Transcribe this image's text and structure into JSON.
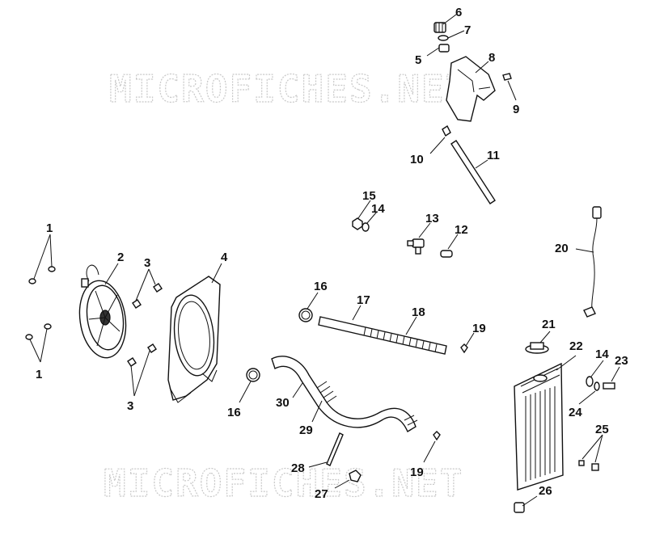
{
  "watermark": {
    "top": "MICROFICHES.NET",
    "bottom": "MICROFICHES.NET"
  },
  "callouts": [
    {
      "id": "c1a",
      "label": "1"
    },
    {
      "id": "c1b",
      "label": "1"
    },
    {
      "id": "c2",
      "label": "2"
    },
    {
      "id": "c3a",
      "label": "3"
    },
    {
      "id": "c3b",
      "label": "3"
    },
    {
      "id": "c4",
      "label": "4"
    },
    {
      "id": "c5",
      "label": "5"
    },
    {
      "id": "c6",
      "label": "6"
    },
    {
      "id": "c7",
      "label": "7"
    },
    {
      "id": "c8",
      "label": "8"
    },
    {
      "id": "c9",
      "label": "9"
    },
    {
      "id": "c10",
      "label": "10"
    },
    {
      "id": "c11",
      "label": "11"
    },
    {
      "id": "c12",
      "label": "12"
    },
    {
      "id": "c13",
      "label": "13"
    },
    {
      "id": "c14a",
      "label": "14"
    },
    {
      "id": "c14b",
      "label": "14"
    },
    {
      "id": "c15",
      "label": "15"
    },
    {
      "id": "c16a",
      "label": "16"
    },
    {
      "id": "c16b",
      "label": "16"
    },
    {
      "id": "c17",
      "label": "17"
    },
    {
      "id": "c18",
      "label": "18"
    },
    {
      "id": "c19a",
      "label": "19"
    },
    {
      "id": "c19b",
      "label": "19"
    },
    {
      "id": "c20",
      "label": "20"
    },
    {
      "id": "c21",
      "label": "21"
    },
    {
      "id": "c22",
      "label": "22"
    },
    {
      "id": "c23",
      "label": "23"
    },
    {
      "id": "c24",
      "label": "24"
    },
    {
      "id": "c25",
      "label": "25"
    },
    {
      "id": "c26",
      "label": "26"
    },
    {
      "id": "c27",
      "label": "27"
    },
    {
      "id": "c28",
      "label": "28"
    },
    {
      "id": "c29",
      "label": "29"
    },
    {
      "id": "c30",
      "label": "30"
    }
  ]
}
